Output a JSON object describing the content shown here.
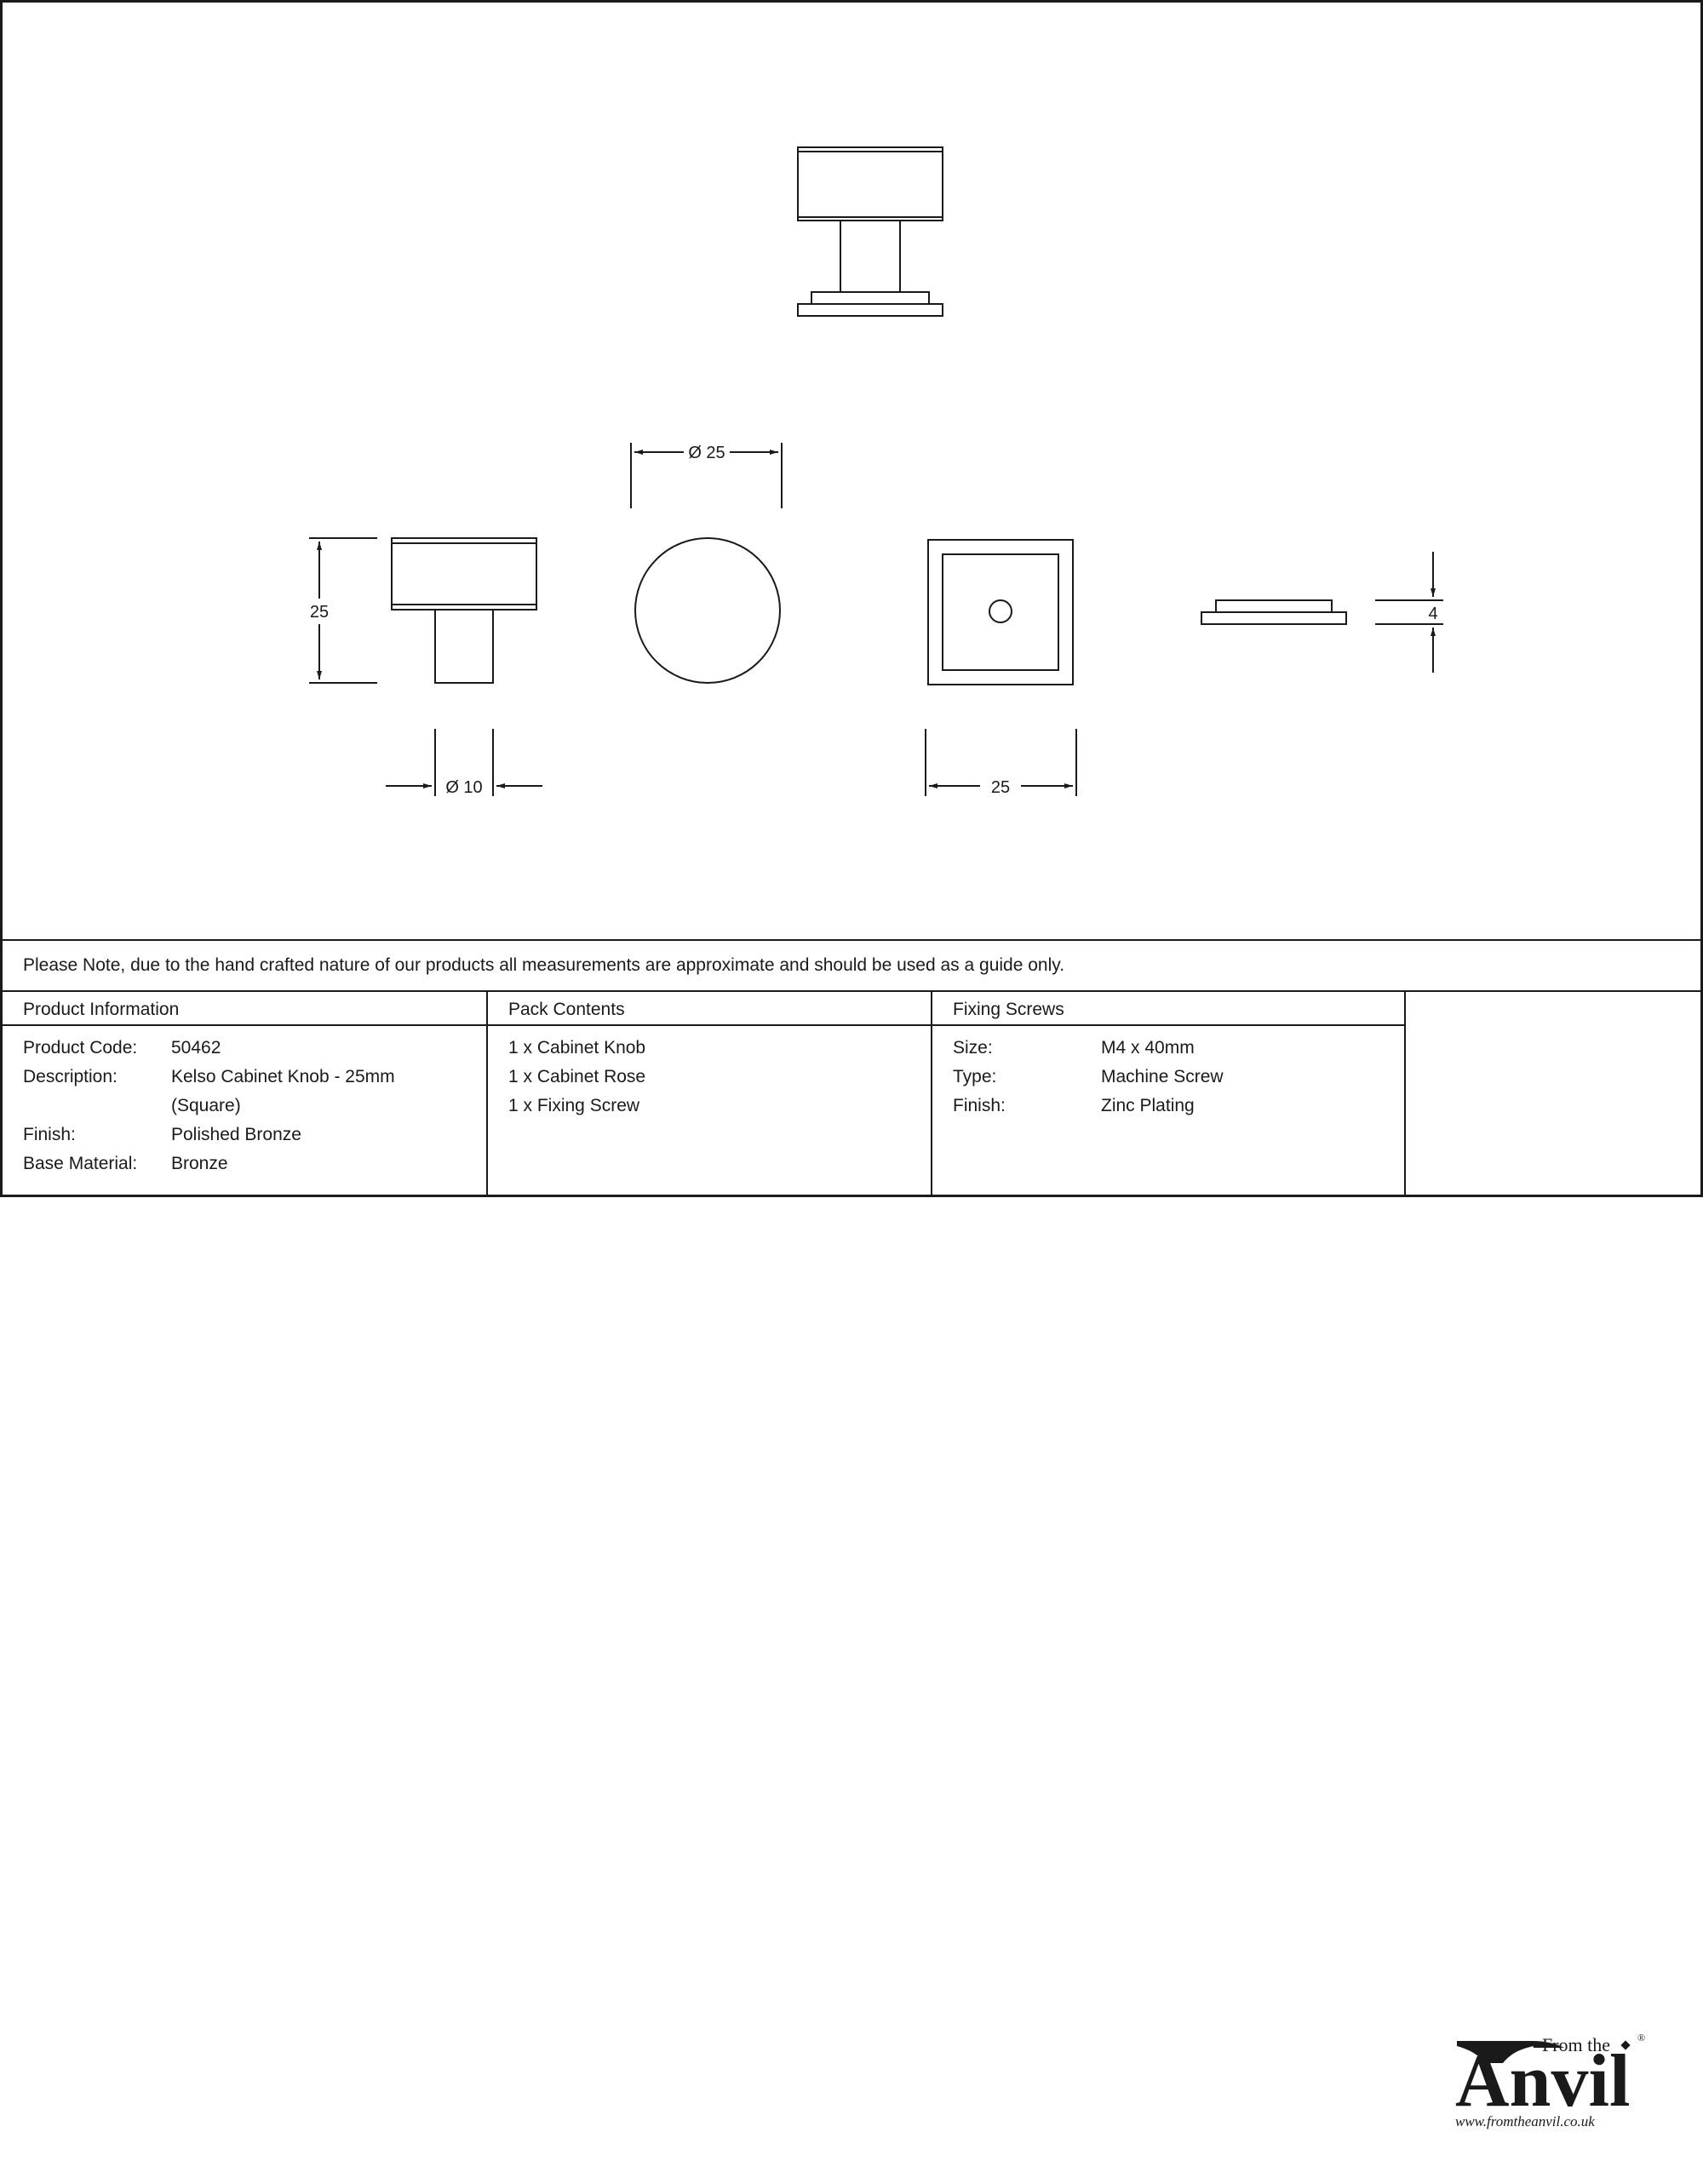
{
  "drawing": {
    "dimensions": {
      "knob_diameter": "Ø 25",
      "height": "25",
      "stem_diameter": "Ø 10",
      "rose_width": "25",
      "rose_thickness": "4"
    }
  },
  "note": "Please Note, due to the hand crafted nature of our products all measurements are approximate and should be used as a guide only.",
  "product_information": {
    "heading": "Product Information",
    "rows": [
      {
        "label": "Product Code:",
        "value": "50462"
      },
      {
        "label": "Description:",
        "value": "Kelso Cabinet Knob - 25mm"
      },
      {
        "label": "",
        "value": "(Square)"
      },
      {
        "label": "Finish:",
        "value": "Polished Bronze"
      },
      {
        "label": "Base Material:",
        "value": "Bronze"
      }
    ]
  },
  "pack_contents": {
    "heading": "Pack Contents",
    "items": [
      "1 x Cabinet Knob",
      "1 x Cabinet Rose",
      "1 x Fixing Screw"
    ]
  },
  "fixing_screws": {
    "heading": "Fixing Screws",
    "rows": [
      {
        "label": "Size:",
        "value": "M4 x 40mm"
      },
      {
        "label": "Type:",
        "value": "Machine Screw"
      },
      {
        "label": "Finish:",
        "value": "Zinc Plating"
      }
    ]
  },
  "logo": {
    "tagline": "From the",
    "brand": "Anvil",
    "registered": "®",
    "website": "www.fromtheanvil.co.uk"
  }
}
